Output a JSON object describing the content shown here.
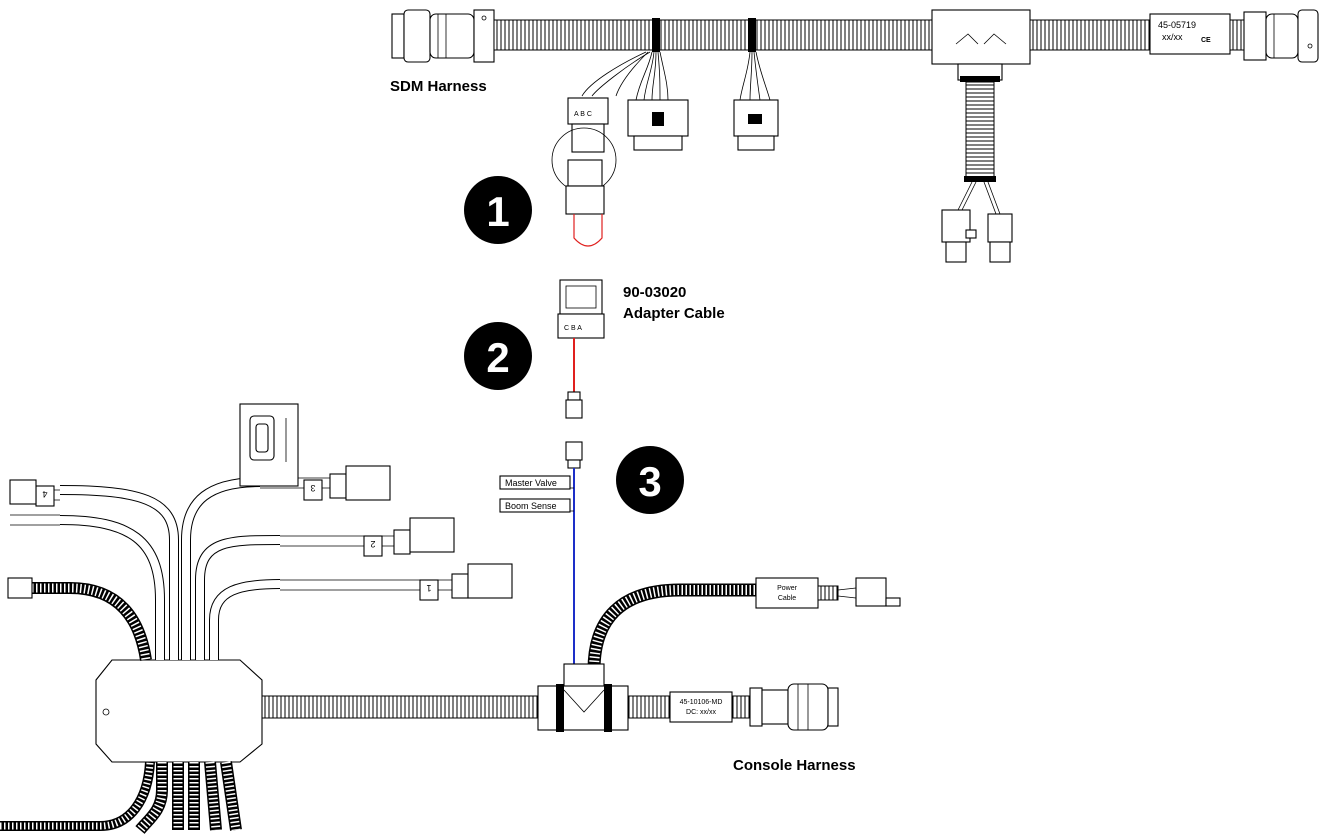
{
  "labels": {
    "sdm_harness": "SDM Harness",
    "adapter_part": "90-03020",
    "adapter_name": "Adapter Cable",
    "console_harness": "Console Harness",
    "master_valve": "Master Valve",
    "boom_sense": "Boom Sense",
    "power_cable_line1": "Power",
    "power_cable_line2": "Cable",
    "sdm_part_tag": "45-05719",
    "sdm_date_tag": "xx/xx",
    "ce_mark": "CE",
    "console_part_tag": "45-10106-MD",
    "console_date_tag": "DC: xx/xx"
  },
  "callouts": [
    "1",
    "2",
    "3"
  ],
  "section_tags": [
    "4",
    "3",
    "2",
    "1"
  ],
  "pin_labels": [
    "A",
    "B",
    "C"
  ],
  "colors": {
    "outline": "#000000",
    "red_wire": "#e0201e",
    "blue_wire": "#1d2fc8",
    "loop_red": "#e0201e"
  }
}
